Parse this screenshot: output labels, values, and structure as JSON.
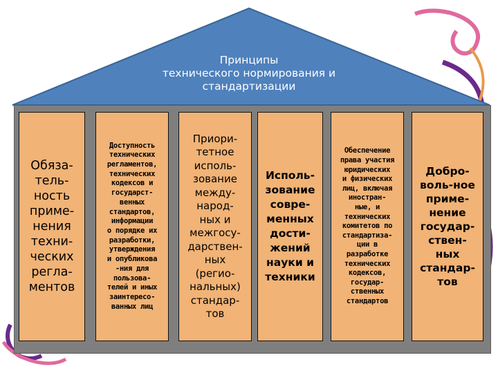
{
  "roof": {
    "title_lines": [
      "Принципы",
      "технического нормирования и",
      "стандартизации"
    ]
  },
  "pillars": [
    "Обяза-\nтель-\nность\nприме-\nнения\nтехни-\nческих\nрегла-\nментов",
    "Доступность\nтехнических\nрегламентов,\nтехнических\nкодексов и\nгосударст-\nвенных\nстандартов,\nинформации\nо порядке их\nразработки,\nутверждения\nи опубликова\n-ния для\nпользова-\nтелей и иных\nзаинтересо-\nванных лиц",
    "Приори-\nтетное\nисполь-\nзование\nмежду-\nнарод-\nных и\nмежгосу-\nдарствен-\nных\n(регио-\nнальных)\nстандар-\nтов",
    "Исполь-\nзование\nсовре-\nменных\nдости-\nжений\nнауки и\nтехники",
    "Обеспечение\nправа участия\nюридических\nи физических\nлиц, включая\nиностран-\nные, и\nтехнических\nкомитетов по\nстандартиза-\nции в\nразработке\nтехнических\nкодексов,\nгосудар-\nственных\nстандартов",
    "Добро-\nволь-ное\nприме-\nнение\nгосудар-\nствен-\nных\nстандар-\nтов"
  ],
  "colors": {
    "roof": "#4f81bd",
    "pillar": "#f1b376",
    "floor": "#7f7f7f",
    "swirl_pink": "#e06a9e",
    "swirl_purple": "#6b2a8a"
  }
}
